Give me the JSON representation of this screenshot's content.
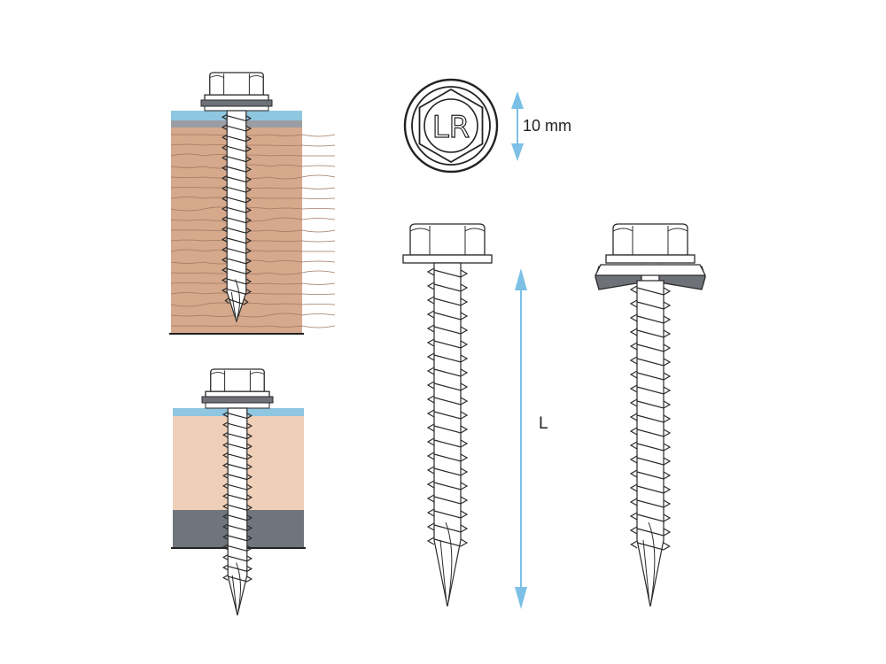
{
  "head_logo": {
    "letters": "LR"
  },
  "dimensions": {
    "head_size": "10 mm",
    "length": "L"
  },
  "colors": {
    "metal_sheet": "#8fc6e0",
    "wood": "#d6a88c",
    "wood_grain": "#a07a62",
    "insulation": "#efcfb8",
    "steel_support": "#70757d",
    "washer_gasket": "#6e7177",
    "screw": "#ffffff",
    "outline": "#2a2a2a",
    "dimension_arrow": "#7cc0e6"
  }
}
